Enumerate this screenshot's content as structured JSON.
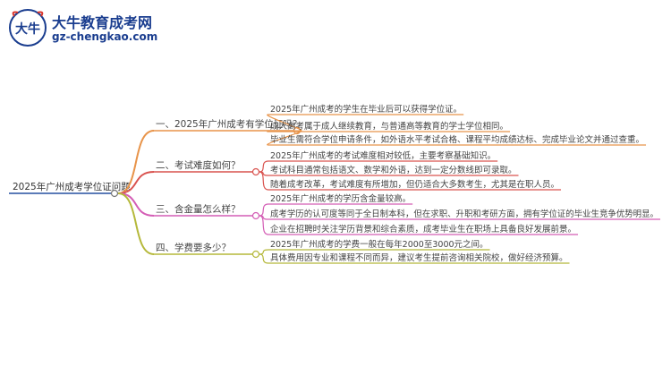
{
  "logo": {
    "title": "大牛教育成考网",
    "domain": "gz-chengkao.com",
    "mark_text": "大牛"
  },
  "root": {
    "label": "2025年广州成考学位证问题"
  },
  "branches": [
    {
      "label": "一、2025年广州成考有学位证吗？",
      "color": "#e8944a",
      "leaves": [
        "2025年广州成考的学生在毕业后可以获得学位证。",
        "成人高考属于成人继续教育，与普通高等教育的学士学位相同。",
        "毕业生需符合学位申请条件，如外语水平考试合格、课程平均成绩达标、完成毕业论文并通过查重。"
      ]
    },
    {
      "label": "二、考试难度如何？",
      "color": "#d9534f",
      "leaves": [
        "2025年广州成考的考试难度相对较低，主要考察基础知识。",
        "考试科目通常包括语文、数学和外语，达到一定分数线即可录取。",
        "随着成考改革，考试难度有所增加，但仍适合大多数考生，尤其是在职人员。"
      ]
    },
    {
      "label": "三、含金量怎么样？",
      "color": "#d45db5",
      "leaves": [
        "2025年广州成考的学历含金量较高。",
        "成考学历的认可度等同于全日制本科，但在求职、升职和考研方面，拥有学位证的毕业生竞争优势明显。",
        "企业在招聘时关注学历背景和综合素质，成考毕业生在职场上具备良好发展前景。"
      ]
    },
    {
      "label": "四、学费要多少？",
      "color": "#b5b83a",
      "leaves": [
        "2025年广州成考的学费一般在每年2000至3000元之间。",
        "具体费用因专业和课程不同而异，建议考生提前咨询相关院校，做好经济预算。"
      ]
    }
  ],
  "colors": {
    "root_line": "#5b7bb8",
    "logo_blue": "#1a3d8f",
    "logo_red": "#d9342b"
  }
}
